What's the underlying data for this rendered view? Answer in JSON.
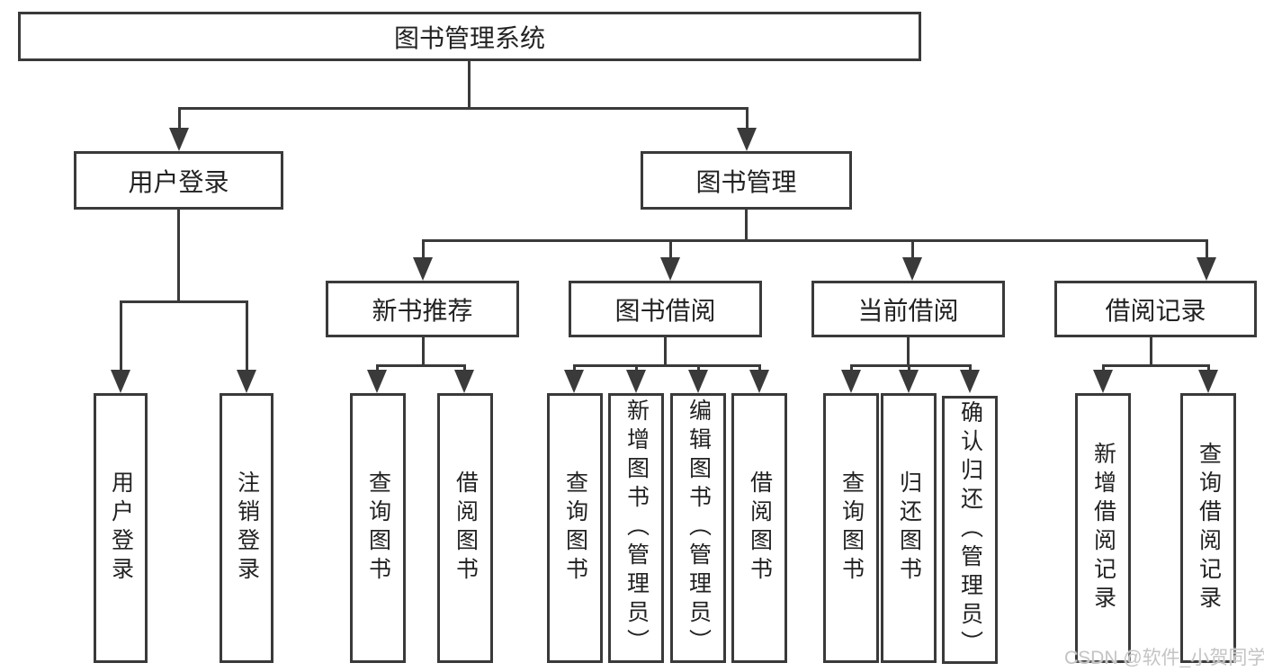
{
  "colors": {
    "line": "#3a3a3a",
    "text": "#222222",
    "box_background": "#ffffff",
    "page_background": "#ffffff",
    "watermark": "#c4c4c4"
  },
  "diagram": {
    "root": {
      "label": "图书管理系统"
    },
    "level2": [
      {
        "label": "用户登录"
      },
      {
        "label": "图书管理"
      }
    ],
    "level3": [
      {
        "label": "新书推荐"
      },
      {
        "label": "图书借阅"
      },
      {
        "label": "当前借阅"
      },
      {
        "label": "借阅记录"
      }
    ],
    "leaves": {
      "user_login": [
        {
          "label": "用户登录"
        },
        {
          "label": "注销登录"
        }
      ],
      "new_book_recommend": [
        {
          "label": "查询图书"
        },
        {
          "label": "借阅图书"
        }
      ],
      "book_borrow": [
        {
          "label": "查询图书"
        },
        {
          "label": "新增图书（管理员）"
        },
        {
          "label": "编辑图书（管理员）"
        },
        {
          "label": "借阅图书"
        }
      ],
      "current_borrow": [
        {
          "label": "查询图书"
        },
        {
          "label": "归还图书"
        },
        {
          "label": "确认归还（管理员）"
        }
      ],
      "borrow_record": [
        {
          "label": "新增借阅记录"
        },
        {
          "label": "查询借阅记录"
        }
      ]
    }
  },
  "watermark": {
    "text": "CSDN @软件_小贺同学"
  }
}
